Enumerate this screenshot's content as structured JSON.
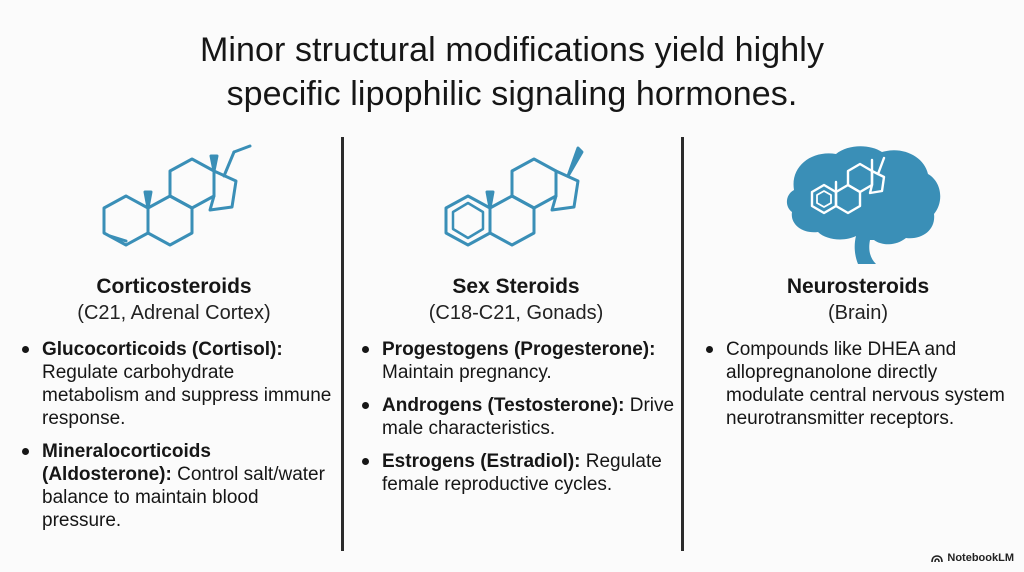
{
  "title": {
    "line1": "Minor structural modifications yield highly",
    "line2": "specific lipophilic signaling hormones."
  },
  "colors": {
    "accent": "#3a8fb7",
    "text": "#161616"
  },
  "columns": [
    {
      "icon": "steroid-structure-icon",
      "title": "Corticosteroids",
      "subtitle": "(C21, Adrenal Cortex)",
      "items": [
        {
          "head": "Glucocorticoids (Cortisol):",
          "text": " Regulate carbohydrate metabolism and suppress immune response."
        },
        {
          "head": "Mineralocorticoids (Aldosterone):",
          "text": " Control salt/water balance to maintain blood pressure."
        }
      ]
    },
    {
      "icon": "aromatic-steroid-structure-icon",
      "title": "Sex Steroids",
      "subtitle": "(C18-C21, Gonads)",
      "items": [
        {
          "head": "Progestogens (Progesterone):",
          "text": " Maintain pregnancy."
        },
        {
          "head": "Androgens (Testosterone):",
          "text": " Drive male characteristics."
        },
        {
          "head": "Estrogens (Estradiol):",
          "text": " Regulate female reproductive cycles."
        }
      ]
    },
    {
      "icon": "brain-with-steroid-icon",
      "title": "Neurosteroids",
      "subtitle": "(Brain)",
      "items": [
        {
          "head": "",
          "text": "Compounds like DHEA and allopregnanolone directly modulate central nervous system neurotransmitter receptors."
        }
      ]
    }
  ],
  "brand": {
    "logo": "notebooklm-logo-icon",
    "label": "NotebookLM"
  }
}
